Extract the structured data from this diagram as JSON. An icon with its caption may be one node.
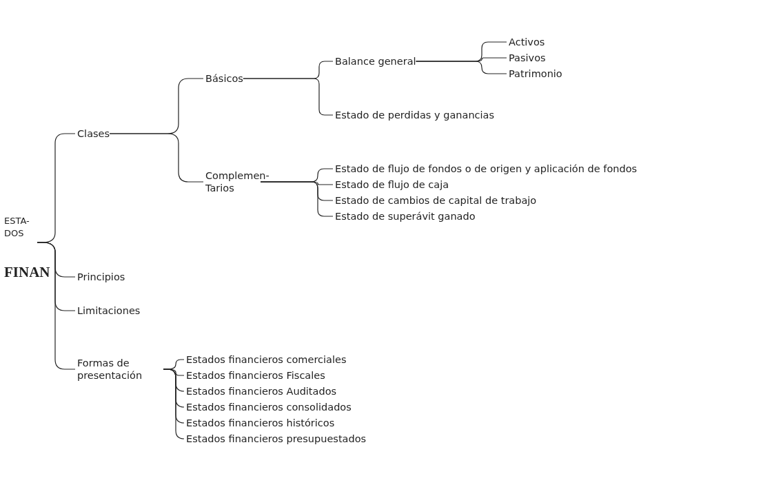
{
  "diagram": {
    "nodes": [
      {
        "text": [
          "ESTA- DOS",
          "FINAN"
        ]
      },
      {
        "text": [
          "Clases"
        ]
      },
      {
        "text": [
          "Principios"
        ]
      },
      {
        "text": [
          "Limitaciones"
        ]
      },
      {
        "text": [
          "Formas de presentación"
        ]
      },
      {
        "text": [
          "Básicos"
        ]
      },
      {
        "text": [
          "Complemen- Tarios"
        ]
      },
      {
        "text": [
          "Balance general"
        ]
      },
      {
        "text": [
          "Estado de perdidas y ganancias"
        ]
      },
      {
        "text": [
          "Activos"
        ]
      },
      {
        "text": [
          "Pasivos"
        ]
      },
      {
        "text": [
          "Patrimonio"
        ]
      },
      {
        "text": [
          "Estado de flujo de fondos o de origen y aplicación de fondos"
        ]
      },
      {
        "text": [
          "Estado de flujo de caja"
        ]
      },
      {
        "text": [
          "Estado de cambios de capital de trabajo"
        ]
      },
      {
        "text": [
          "Estado de superávit ganado"
        ]
      },
      {
        "text": [
          "Estados financieros comerciales"
        ]
      },
      {
        "text": [
          "Estados financieros Fiscales"
        ]
      },
      {
        "text": [
          "Estados financieros Auditados"
        ]
      },
      {
        "text": [
          "Estados financieros consolidados"
        ]
      },
      {
        "text": [
          "Estados financieros históricos"
        ]
      },
      {
        "text": [
          "Estados financieros presupuestados"
        ]
      }
    ],
    "edges": [
      {
        "from": 0,
        "to": 1,
        "arrow": "none"
      },
      {
        "from": 0,
        "to": 2,
        "arrow": "none"
      },
      {
        "from": 0,
        "to": 3,
        "arrow": "none"
      },
      {
        "from": 0,
        "to": 4,
        "arrow": "none"
      },
      {
        "from": 1,
        "to": 5,
        "arrow": "none"
      },
      {
        "from": 1,
        "to": 6,
        "arrow": "none"
      },
      {
        "from": 5,
        "to": 7,
        "arrow": "none"
      },
      {
        "from": 5,
        "to": 8,
        "arrow": "none"
      },
      {
        "from": 7,
        "to": 9,
        "arrow": "none"
      },
      {
        "from": 7,
        "to": 10,
        "arrow": "none"
      },
      {
        "from": 7,
        "to": 11,
        "arrow": "none"
      },
      {
        "from": 6,
        "to": 12,
        "arrow": "none"
      },
      {
        "from": 6,
        "to": 13,
        "arrow": "none"
      },
      {
        "from": 6,
        "to": 14,
        "arrow": "none"
      },
      {
        "from": 6,
        "to": 15,
        "arrow": "none"
      },
      {
        "from": 4,
        "to": 16,
        "arrow": "none"
      },
      {
        "from": 4,
        "to": 17,
        "arrow": "none"
      },
      {
        "from": 4,
        "to": 18,
        "arrow": "none"
      },
      {
        "from": 4,
        "to": 19,
        "arrow": "none"
      },
      {
        "from": 4,
        "to": 20,
        "arrow": "none"
      },
      {
        "from": 4,
        "to": 21,
        "arrow": "none"
      }
    ]
  }
}
